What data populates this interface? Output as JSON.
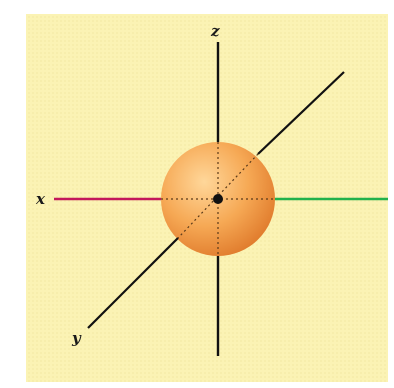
{
  "diagram": {
    "axes": {
      "x_label": "x",
      "y_label": "y",
      "z_label": "z"
    },
    "sphere": {
      "shape": "sphere-orbital",
      "fill_color": "#f4a24a",
      "highlight_color": "#ffd79a",
      "shadow_color": "#e07b2c"
    },
    "colors": {
      "background": "#fbf3b4",
      "x_axis_negative": "#c2185b",
      "x_axis_positive": "#22b14c",
      "z_axis": "#111111",
      "y_axis": "#111111",
      "nucleus": "#111111"
    }
  }
}
